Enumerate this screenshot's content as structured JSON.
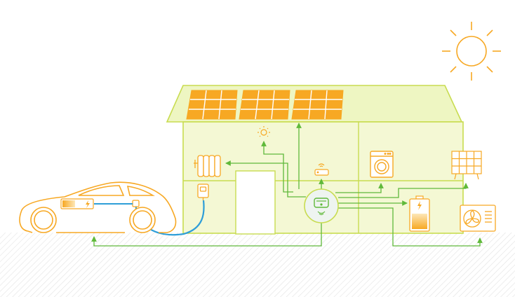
{
  "colors": {
    "house_outline": "#c8dc50",
    "house_fill": "#f4f8d4",
    "roof_fill": "#eef6c2",
    "solar_orange": "#f7a823",
    "sun_orange": "#f7a823",
    "arrow_green": "#5fb93a",
    "cable_blue": "#2e9ed8",
    "ground_hatch": "#e2e2e2",
    "hub_fill": "#eef4f0"
  },
  "icons": {
    "sun": "sun-icon",
    "car": "electric-car-icon",
    "car_battery": "car-battery-icon",
    "wallbox": "wallbox-charger-icon",
    "hub": "energy-manager-hub-icon",
    "light": "ceiling-light-icon",
    "radiator": "radiator-icon",
    "router": "wifi-router-icon",
    "washing_machine": "washing-machine-icon",
    "solar_panel": "solar-panel-icon",
    "home_battery": "home-battery-icon",
    "heat_pump": "heat-pump-icon"
  },
  "solar_panels_on_roof": 3,
  "car_battery_charge_fraction": 0.6,
  "home_battery_charge_fraction": 0.55
}
